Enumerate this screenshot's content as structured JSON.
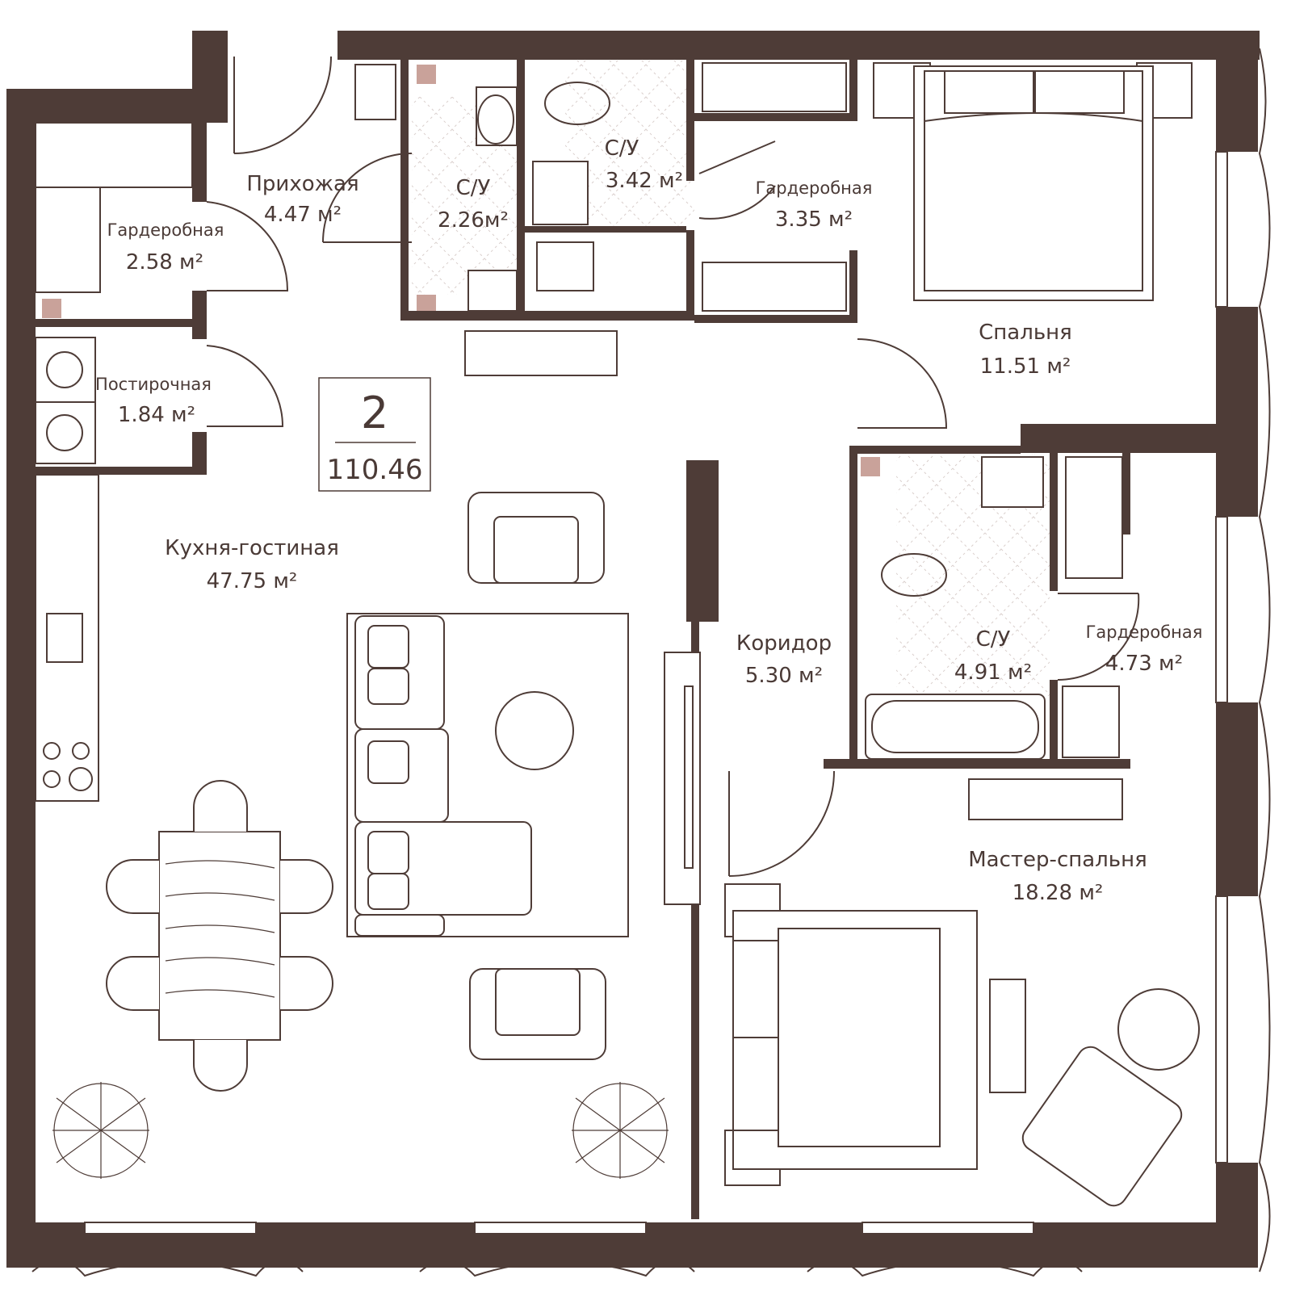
{
  "plan": {
    "rooms_count": "2",
    "total_area": "110.46"
  },
  "rooms": {
    "hall": {
      "name": "Прихожая",
      "area": "4.47 м²"
    },
    "wc1": {
      "name": "С/У",
      "area": "2.26м²"
    },
    "wc2": {
      "name": "С/У",
      "area": "3.42 м²"
    },
    "closet1": {
      "name": "Гардеробная",
      "area": "2.58 м²"
    },
    "closet2": {
      "name": "Гардеробная",
      "area": "3.35 м²"
    },
    "bedroom": {
      "name": "Спальня",
      "area": "11.51 м²"
    },
    "laundry": {
      "name": "Постирочная",
      "area": "1.84 м²"
    },
    "living": {
      "name": "Кухня-гостиная",
      "area": "47.75 м²"
    },
    "corridor": {
      "name": "Коридор",
      "area": "5.30 м²"
    },
    "wc3": {
      "name": "С/У",
      "area": "4.91 м²"
    },
    "closet3": {
      "name": "Гардеробная",
      "area": "4.73 м²"
    },
    "master": {
      "name": "Мастер-спальня",
      "area": "18.28 м²"
    }
  },
  "colors": {
    "wall": "#4e3c37",
    "text": "#4a3a36",
    "accent": "#c9a29a"
  }
}
